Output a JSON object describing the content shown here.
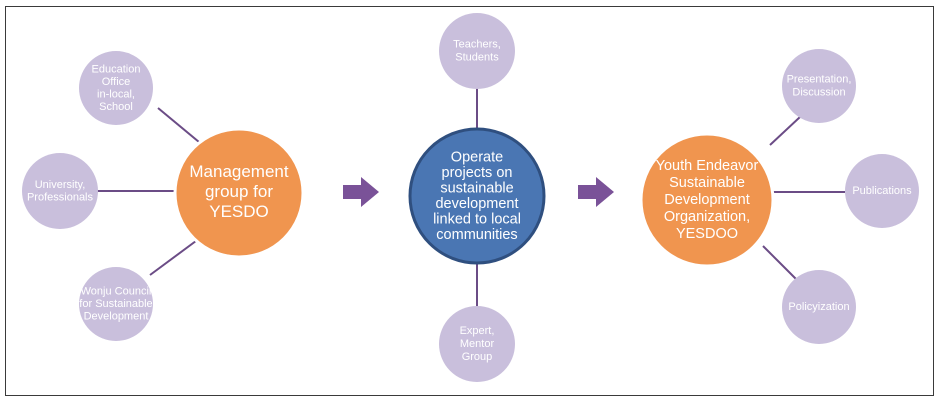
{
  "colors": {
    "satellite": "#c9bfdc",
    "connector": "#6b4c86",
    "orange": "#f0954f",
    "orange_stroke": "#ffffff",
    "blue": "#4a76b3",
    "blue_stroke": "#2f4f7f",
    "arrow": "#7a5298"
  },
  "groups": {
    "left": {
      "hub": [
        "Management",
        "group for",
        "YESDO"
      ],
      "satellites": [
        [
          "Education",
          "Office",
          "in-local,",
          "School"
        ],
        [
          "University,",
          "Professionals"
        ],
        [
          "Wonju Council",
          "for Sustainable",
          "Development"
        ]
      ]
    },
    "center": {
      "hub": [
        "Operate",
        "projects on",
        "sustainable",
        "development",
        "linked to local",
        "communities"
      ],
      "satellites": [
        [
          "Teachers,",
          "Students"
        ],
        [
          "Expert,",
          "Mentor",
          "Group"
        ]
      ]
    },
    "right": {
      "hub": [
        "Youth Endeavor",
        "Sustainable",
        "Development",
        "Organization,",
        "YESDOO"
      ],
      "satellites": [
        [
          "Presentation,",
          "Discussion"
        ],
        [
          "Publications"
        ],
        [
          "Policyization"
        ]
      ]
    }
  },
  "arrows": [
    "arrow-right-icon",
    "arrow-right-icon"
  ]
}
